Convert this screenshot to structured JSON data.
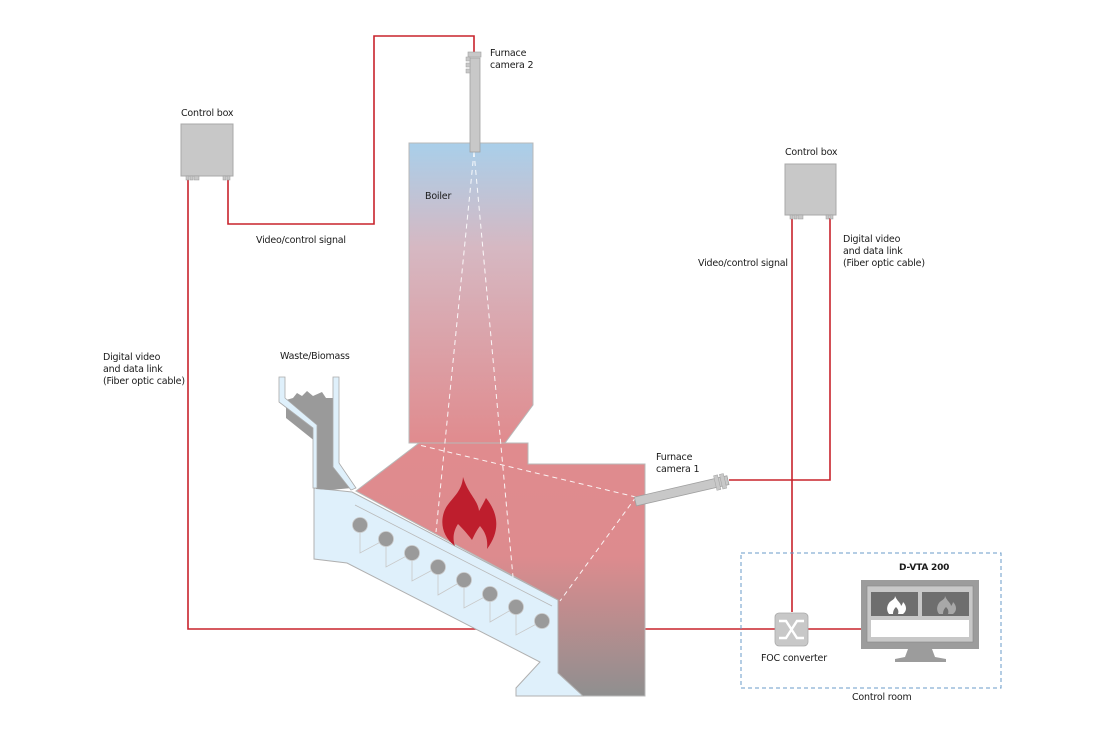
{
  "labels": {
    "control_box_left": "Control box",
    "control_box_right": "Control box",
    "furnace_camera_2": "Furnace\ncamera 2",
    "furnace_camera_1": "Furnace\ncamera 1",
    "boiler": "Boiler",
    "video_signal_left": "Video/control signal",
    "video_signal_right": "Video/control signal",
    "fiber_link_left": "Digital video\nand data link\n(Fiber optic cable)",
    "fiber_link_right": "Digital video\nand data link\n(Fiber optic cable)",
    "waste_biomass": "Waste/Biomass",
    "d_vta": "D-VTA 200",
    "foc_converter": "FOC converter",
    "control_room": "Control room"
  },
  "colors": {
    "cable": "#c8232c",
    "boiler_top": "#a9cfea",
    "furnace": "#e08b8e",
    "ash": "#8f8f8f",
    "grate": "#dff0fb",
    "flame": "#be1e2d",
    "device": "#c8c8c8",
    "control_room_border": "#6a9bc8"
  }
}
